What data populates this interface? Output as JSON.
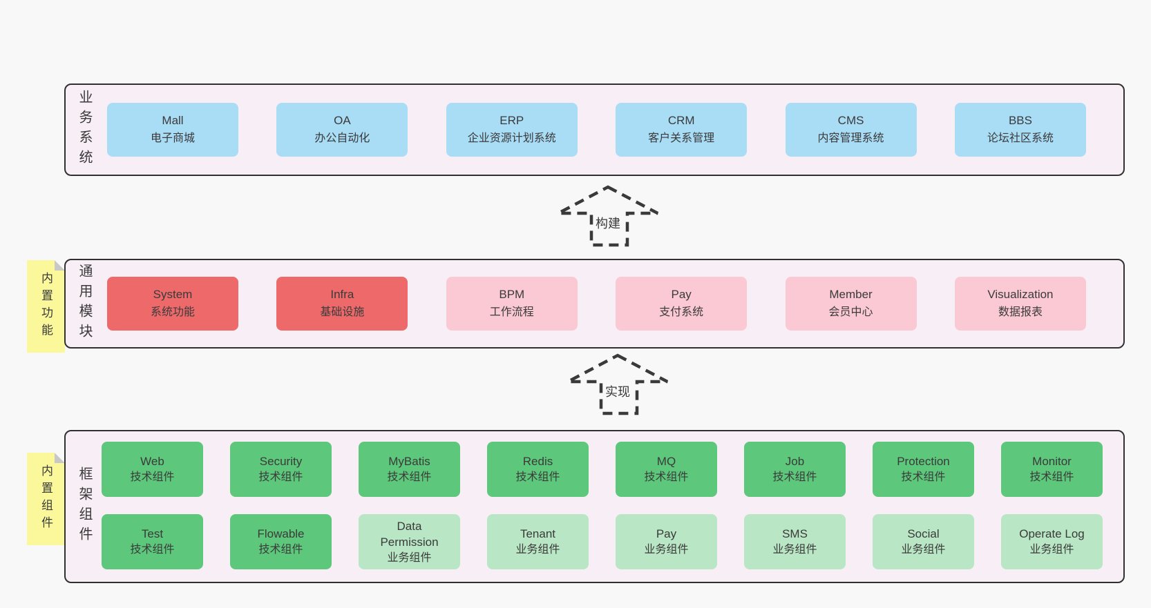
{
  "colors": {
    "page_bg": "#f8f8f8",
    "container_bg": "#f8eef6",
    "container_border": "#303030",
    "box_blue": "#a9dcf5",
    "box_red": "#ee6a6a",
    "box_pink": "#fbc9d4",
    "box_green_dark": "#5dc87b",
    "box_green_light": "#b9e6c4",
    "note_yellow": "#fbf89b",
    "note_fold": "#c8c8c8",
    "text": "#3a3a3a",
    "arrow": "#3a3a3a"
  },
  "arrows": [
    {
      "label": "构建"
    },
    {
      "label": "实现"
    }
  ],
  "business": {
    "label": "业务系统",
    "boxes": [
      {
        "en": "Mall",
        "zh": "电子商城",
        "variant": "blue"
      },
      {
        "en": "OA",
        "zh": "办公自动化",
        "variant": "blue"
      },
      {
        "en": "ERP",
        "zh": "企业资源计划系统",
        "variant": "blue"
      },
      {
        "en": "CRM",
        "zh": "客户关系管理",
        "variant": "blue"
      },
      {
        "en": "CMS",
        "zh": "内容管理系统",
        "variant": "blue"
      },
      {
        "en": "BBS",
        "zh": "论坛社区系统",
        "variant": "blue"
      }
    ]
  },
  "modules": {
    "label": "通用模块",
    "note": "内置功能",
    "boxes": [
      {
        "en": "System",
        "zh": "系统功能",
        "variant": "red"
      },
      {
        "en": "Infra",
        "zh": "基础设施",
        "variant": "red"
      },
      {
        "en": "BPM",
        "zh": "工作流程",
        "variant": "pink"
      },
      {
        "en": "Pay",
        "zh": "支付系统",
        "variant": "pink"
      },
      {
        "en": "Member",
        "zh": "会员中心",
        "variant": "pink"
      },
      {
        "en": "Visualization",
        "zh": "数据报表",
        "variant": "pink"
      }
    ]
  },
  "components": {
    "label": "框架组件",
    "note": "内置组件",
    "row1": [
      {
        "en": "Web",
        "zh": "技术组件",
        "variant": "green-dark"
      },
      {
        "en": "Security",
        "zh": "技术组件",
        "variant": "green-dark"
      },
      {
        "en": "MyBatis",
        "zh": "技术组件",
        "variant": "green-dark"
      },
      {
        "en": "Redis",
        "zh": "技术组件",
        "variant": "green-dark"
      },
      {
        "en": "MQ",
        "zh": "技术组件",
        "variant": "green-dark"
      },
      {
        "en": "Job",
        "zh": "技术组件",
        "variant": "green-dark"
      },
      {
        "en": "Protection",
        "zh": "技术组件",
        "variant": "green-dark"
      },
      {
        "en": "Monitor",
        "zh": "技术组件",
        "variant": "green-dark"
      }
    ],
    "row2": [
      {
        "en": "Test",
        "zh": "技术组件",
        "variant": "green-dark"
      },
      {
        "en": "Flowable",
        "zh": "技术组件",
        "variant": "green-dark"
      },
      {
        "en": "Data Permission",
        "zh": "业务组件",
        "variant": "green-light"
      },
      {
        "en": "Tenant",
        "zh": "业务组件",
        "variant": "green-light"
      },
      {
        "en": "Pay",
        "zh": "业务组件",
        "variant": "green-light"
      },
      {
        "en": "SMS",
        "zh": "业务组件",
        "variant": "green-light"
      },
      {
        "en": "Social",
        "zh": "业务组件",
        "variant": "green-light"
      },
      {
        "en": "Operate Log",
        "zh": "业务组件",
        "variant": "green-light"
      }
    ]
  }
}
